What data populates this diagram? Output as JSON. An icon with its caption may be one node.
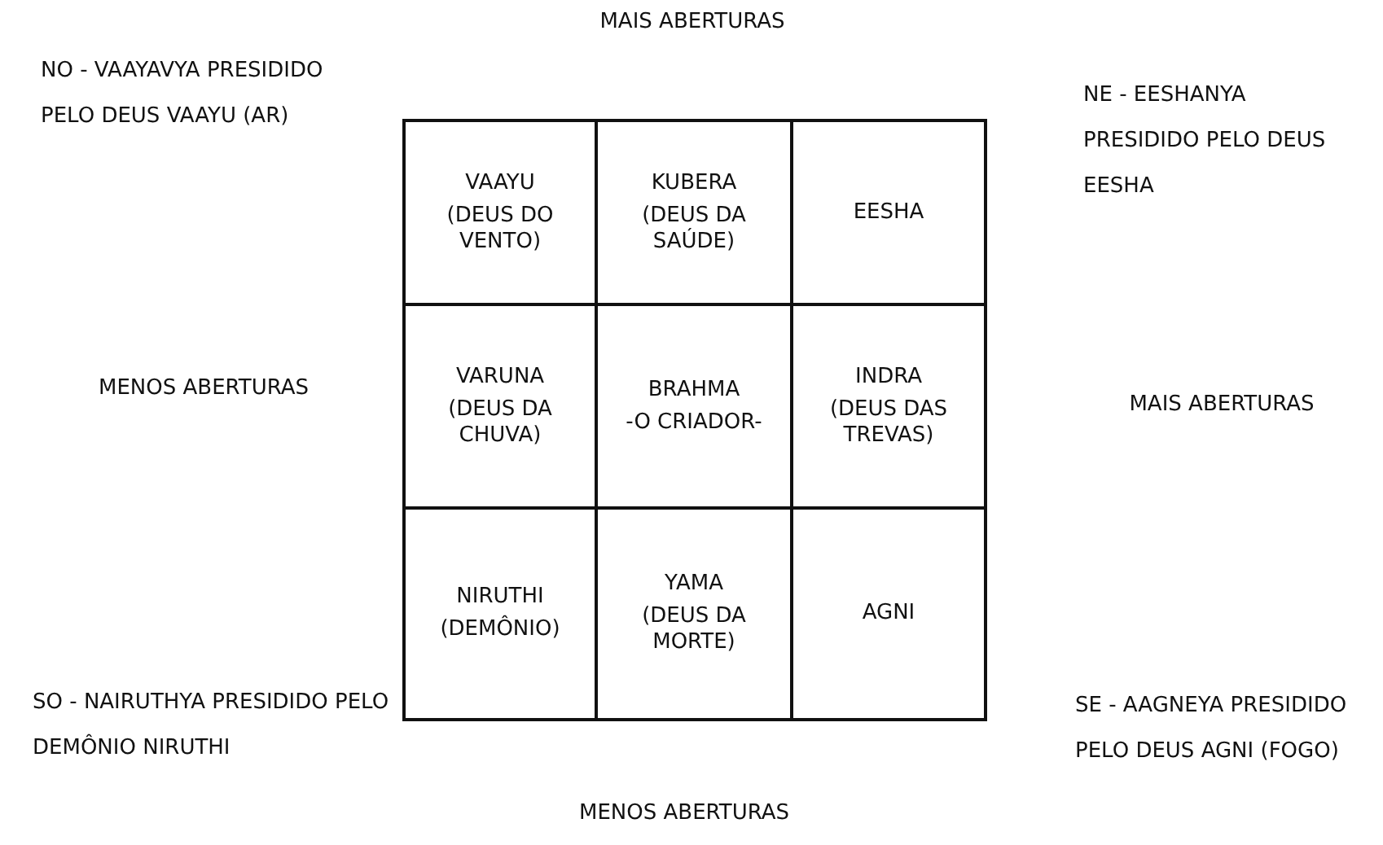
{
  "diagram": {
    "nodes": [
      {
        "text": [
          "VAAYU",
          "(DEUS DO VENTO)"
        ]
      },
      {
        "text": [
          "KUBERA",
          "(DEUS DA SAÚDE)"
        ]
      },
      {
        "text": [
          "EESHA"
        ]
      },
      {
        "text": [
          "VARUNA",
          "(DEUS DA CHUVA)"
        ]
      },
      {
        "text": [
          "BRAHMA",
          "-O CRIADOR-"
        ]
      },
      {
        "text": [
          "INDRA",
          "(DEUS DAS TREVAS)"
        ]
      },
      {
        "text": [
          "NIRUTHI",
          "(DEMÔNIO)"
        ]
      },
      {
        "text": [
          "YAMA",
          "(DEUS DA MORTE)"
        ]
      },
      {
        "text": [
          "AGNI"
        ]
      }
    ],
    "edges": [],
    "labels": [
      "MAIS ABERTURAS",
      "NO - VAAYAVYA PRESIDIDO PELO DEUS VAAYU (AR)",
      "NE - EESHANYA PRESIDIDO PELO DEUS EESHA",
      "MENOS ABERTURAS",
      "MAIS ABERTURAS",
      "SO - NAIRUTHYA PRESIDIDO PELO DEMÔNIO NIRUTHI",
      "SE - AAGNEYA PRESIDIDO PELO DEUS AGNI (FOGO)",
      "MENOS ABERTURAS"
    ]
  }
}
